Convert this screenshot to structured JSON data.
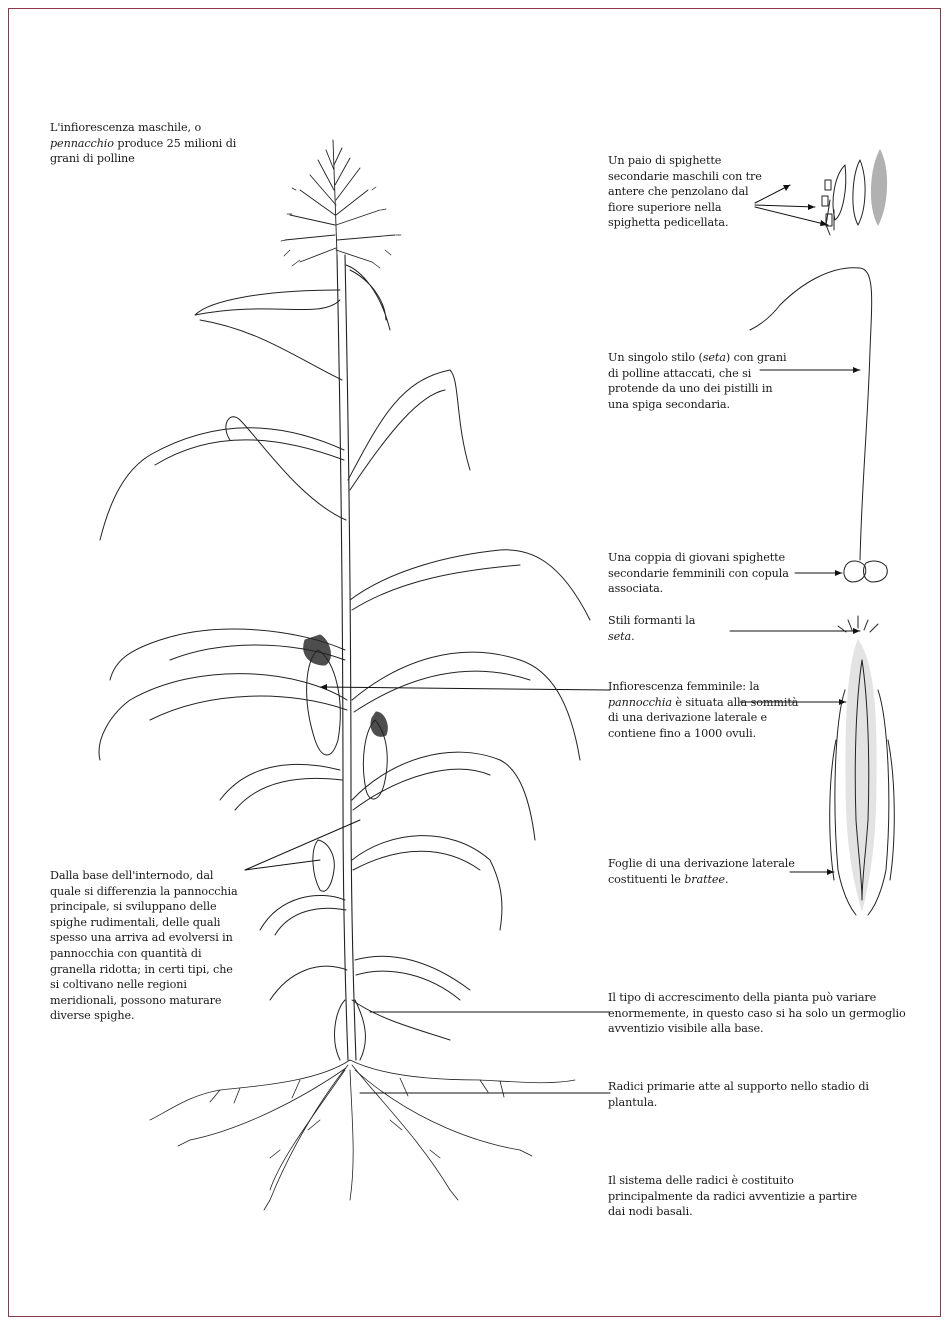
{
  "labels": {
    "male_inflorescence": {
      "pre": "L'infiorescenza maschile, o ",
      "italic": "pennacchio",
      "post": " produce 25 milioni di grani di polline"
    },
    "spikelets_male": "Un paio di spighette secondarie maschili con tre antere che penzolano dal fiore superiore nella spighetta pedicellata.",
    "silk": {
      "pre": "Un singolo stilo (",
      "italic": "seta",
      "post": ") con grani di polline attaccati, che si protende da uno dei pistilli in una spiga secondaria."
    },
    "spikelets_female": "Una coppia di giovani spighette secondarie femminili con copula associata.",
    "styles_forming": {
      "pre": "Stili formanti la ",
      "italic": "seta",
      "post": "."
    },
    "female_inflorescence": {
      "pre": "Infiorescenza femminile: la ",
      "italic": "pannocchia",
      "post": " è situata alla sommità di una derivazione laterale e contiene fino a 1000 ovuli."
    },
    "husk_leaves": {
      "pre": "Foglie di una derivazione laterale costituenti le ",
      "italic": "brattee",
      "post": "."
    },
    "internode_base": "Dalla base dell'internodo, dal quale si differenzia la pannocchia principale, si sviluppano delle spighe rudimentali, delle quali spesso una arriva ad evolversi in pannocchia con quantità di granella ridotta; in certi tipi, che si coltivano nelle regioni meridionali, possono maturare diverse spighe.",
    "growth_type": "Il tipo di accrescimento della pianta può variare enormemente, in questo caso si ha solo un germoglio avventizio visibile alla base.",
    "primary_roots": "Radici primarie atte al supporto nello stadio di plantula.",
    "root_system": "Il sistema delle radici è costituito principalmente da radici avventizie a partire dai nodi basali."
  },
  "colors": {
    "frame": "#8c3a4a",
    "ink": "#1a1a1a",
    "background": "#ffffff"
  }
}
